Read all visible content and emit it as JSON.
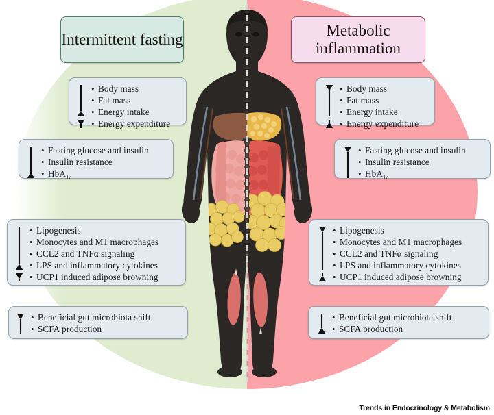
{
  "figure": {
    "credit": "Trends in Endocrinology & Metabolism",
    "colors": {
      "left_background": "#dfeccf",
      "right_background": "#fba3a8",
      "left_title_fill": "#d7e9e3",
      "left_title_border": "#4f7d72",
      "right_title_fill": "#f6dced",
      "right_title_border": "#8a4f6b",
      "list_box_fill": "#e3eaf0",
      "list_box_border": "#8fa2ae",
      "body_silhouette": "#2b2724",
      "liver_lean": "#8c5a43",
      "liver_fatty": "#e8b84a",
      "intestine_lean": "#f0a8a4",
      "intestine_inflamed": "#e05a54",
      "adipose": "#e9cc63",
      "muscle": "#d9706c",
      "divider": "#ffffff"
    }
  },
  "left_panel": {
    "title": "Intermittent fasting",
    "groups": [
      {
        "name": "body-composition",
        "items": [
          {
            "text": "Body mass",
            "sub": null
          },
          {
            "text": "Fat mass",
            "sub": null
          },
          {
            "text": "Energy intake",
            "sub": null
          },
          {
            "text": "Energy expenditure",
            "sub": null
          }
        ],
        "arrows": [
          {
            "direction": "down",
            "spans_items": [
              1,
              2,
              3
            ]
          },
          {
            "direction": "up",
            "spans_items": [
              4
            ]
          }
        ]
      },
      {
        "name": "glycemic-markers",
        "items": [
          {
            "text": "Fasting glucose and insulin",
            "sub": null
          },
          {
            "text": "Insulin resistance",
            "sub": null
          },
          {
            "text": "HbA",
            "sub": "1c"
          }
        ],
        "arrows": [
          {
            "direction": "down",
            "spans_items": [
              1,
              2,
              3
            ]
          }
        ]
      },
      {
        "name": "inflammation-lipid",
        "items": [
          {
            "text": "Lipogenesis",
            "sub": null
          },
          {
            "text": "Monocytes and M1 macrophages",
            "sub": null
          },
          {
            "text": "CCL2 and TNFα signaling",
            "sub": null
          },
          {
            "text": "LPS and inflammatory cytokines",
            "sub": null
          },
          {
            "text": "UCP1 induced adipose browning",
            "sub": null
          }
        ],
        "arrows": [
          {
            "direction": "down",
            "spans_items": [
              1,
              2,
              3,
              4
            ]
          },
          {
            "direction": "up",
            "spans_items": [
              5
            ]
          }
        ]
      },
      {
        "name": "gut-microbiota",
        "items": [
          {
            "text": "Beneficial gut microbiota shift",
            "sub": null
          },
          {
            "text": "SCFA production",
            "sub": null
          }
        ],
        "arrows": [
          {
            "direction": "up",
            "spans_items": [
              1,
              2
            ]
          }
        ]
      }
    ]
  },
  "right_panel": {
    "title": "Metabolic inflammation",
    "groups": [
      {
        "name": "body-composition",
        "items": [
          {
            "text": "Body mass",
            "sub": null
          },
          {
            "text": "Fat mass",
            "sub": null
          },
          {
            "text": "Energy intake",
            "sub": null
          },
          {
            "text": "Energy expenditure",
            "sub": null
          }
        ],
        "arrows": [
          {
            "direction": "up",
            "spans_items": [
              1,
              2,
              3
            ]
          },
          {
            "direction": "down",
            "spans_items": [
              4
            ]
          }
        ]
      },
      {
        "name": "glycemic-markers",
        "items": [
          {
            "text": "Fasting glucose and insulin",
            "sub": null
          },
          {
            "text": "Insulin resistance",
            "sub": null
          },
          {
            "text": "HbA",
            "sub": "1c"
          }
        ],
        "arrows": [
          {
            "direction": "up",
            "spans_items": [
              1,
              2,
              3
            ]
          }
        ]
      },
      {
        "name": "inflammation-lipid",
        "items": [
          {
            "text": "Lipogenesis",
            "sub": null
          },
          {
            "text": "Monocytes and M1 macrophages",
            "sub": null
          },
          {
            "text": "CCL2 and TNFα signaling",
            "sub": null
          },
          {
            "text": "LPS and inflammatory cytokines",
            "sub": null
          },
          {
            "text": "UCP1 induced adipose browning",
            "sub": null
          }
        ],
        "arrows": [
          {
            "direction": "up",
            "spans_items": [
              1,
              2,
              3,
              4
            ]
          },
          {
            "direction": "down",
            "spans_items": [
              5
            ]
          }
        ]
      },
      {
        "name": "gut-microbiota",
        "items": [
          {
            "text": "Beneficial  gut microbiota shift",
            "sub": null
          },
          {
            "text": "SCFA production",
            "sub": null
          }
        ],
        "arrows": [
          {
            "direction": "down",
            "spans_items": [
              1,
              2
            ]
          }
        ]
      }
    ]
  }
}
